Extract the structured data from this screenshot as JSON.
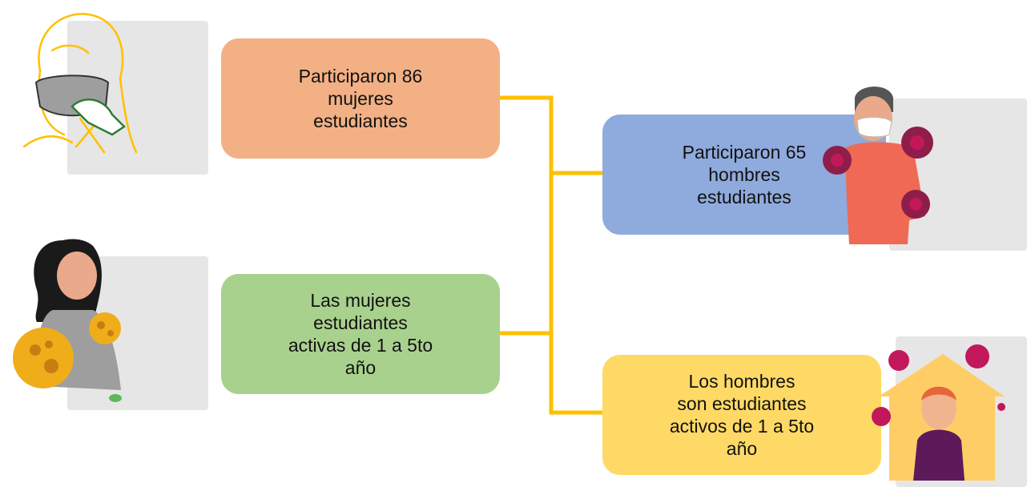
{
  "boxes": {
    "women_participants": {
      "text": "Participaron 86\nmujeres\nestudiantes",
      "color": "#f2b084"
    },
    "women_active": {
      "text": "Las mujeres\nestudiantes\nactivas de 1 a 5to\naño",
      "color": "#a9d18e"
    },
    "men_participants": {
      "text": "Participaron 65\nhombres\nestudiantes",
      "color": "#8faadc"
    },
    "men_active": {
      "text": "Los hombres\nson estudiantes\nactivos de 1 a 5to\naño",
      "color": "#ffd966"
    }
  },
  "connector_color": "#ffc000",
  "illustrations": [
    "woman-with-mask-icon",
    "sick-woman-virus-icon",
    "man-with-mask-virus-icon",
    "man-at-home-virus-icon"
  ]
}
